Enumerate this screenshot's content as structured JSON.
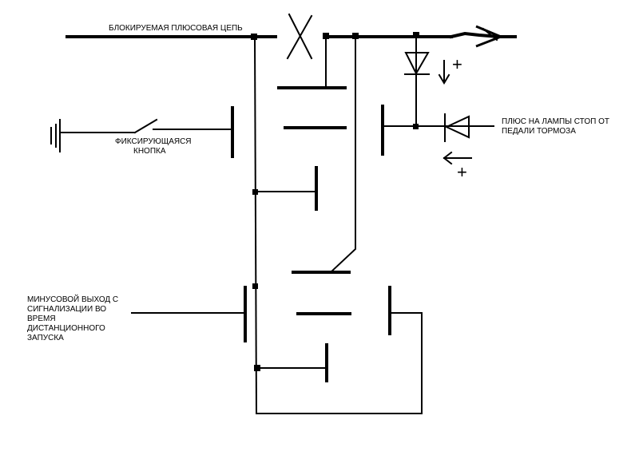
{
  "labels": {
    "blocked_positive_circuit": "БЛОКИРУЕМАЯ ПЛЮСОВАЯ ЦЕПЬ",
    "latching_button_line1": "ФИКСИРУЮЩАЯСЯ",
    "latching_button_line2": "КНОПКА",
    "brake_lamp_plus_line1": "ПЛЮС НА ЛАМПЫ СТОП ОТ",
    "brake_lamp_plus_line2": "ПЕДАЛИ ТОРМОЗА",
    "alarm_minus_line1": "МИНУСОВОЙ ВЫХОД С",
    "alarm_minus_line2": "СИГНАЛИЗАЦИИ ВО",
    "alarm_minus_line3": "ВРЕМЯ",
    "alarm_minus_line4": "ДИСТАНЦИОННОГО",
    "alarm_minus_line5": "ЗАПУСКА"
  },
  "symbols": {
    "plus": "+"
  },
  "colors": {
    "line": "#000000",
    "background": "#ffffff"
  }
}
